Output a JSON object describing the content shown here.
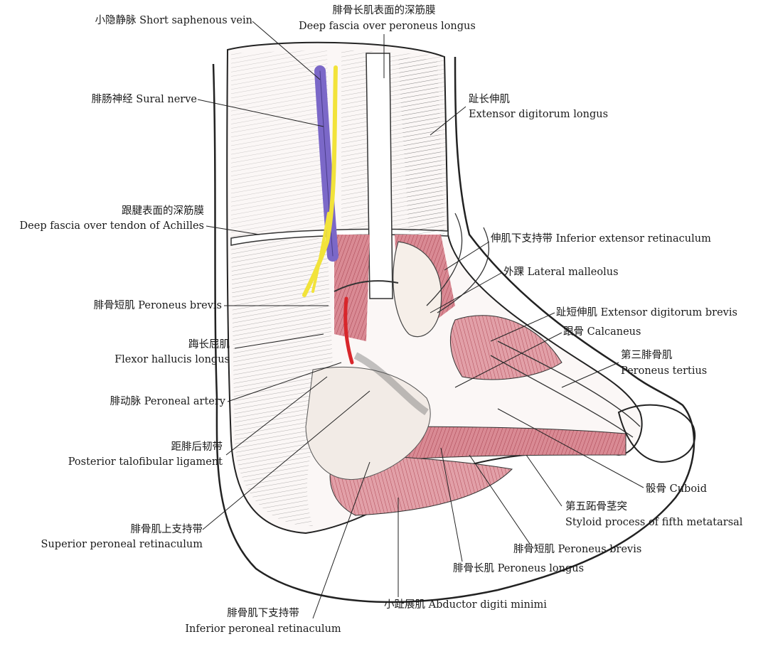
{
  "labels": {
    "short_saphenous_vein": "小隐静脉 Short saphenous vein",
    "deep_fascia_peroneus_longus_cn": "腓骨长肌表面的深筋膜",
    "deep_fascia_peroneus_longus_en": "Deep fascia over peroneus longus",
    "sural_nerve": "腓肠神经 Sural nerve",
    "extensor_digitorum_longus_cn": "趾长伸肌",
    "extensor_digitorum_longus_en": "Extensor digitorum longus",
    "deep_fascia_achilles_cn": "跟腱表面的深筋膜",
    "deep_fascia_achilles_en": "Deep fascia over tendon of Achilles",
    "inferior_extensor_retinaculum": "伸肌下支持带 Inferior extensor retinaculum",
    "lateral_malleolus": "外踝 Lateral malleolus",
    "peroneus_brevis_upper": "腓骨短肌 Peroneus brevis",
    "extensor_digitorum_brevis": "趾短伸肌 Extensor digitorum brevis",
    "flexor_hallucis_longus_cn": "踇长屈肌",
    "flexor_hallucis_longus_en": "Flexor hallucis longus",
    "calcaneus": "跟骨 Calcaneus",
    "peroneus_tertius_cn": "第三腓骨肌",
    "peroneus_tertius_en": "Peroneus tertius",
    "peroneal_artery": "腓动脉 Peroneal artery",
    "posterior_talofibular_cn": "距腓后韧带",
    "posterior_talofibular_en": "Posterior talofibular ligament",
    "cuboid": "骰骨 Cuboid",
    "styloid_process_cn": "第五跖骨茎突",
    "styloid_process_en": "Styloid process of fifth metatarsal",
    "superior_peroneal_retinaculum_cn": "腓骨肌上支持带",
    "superior_peroneal_retinaculum_en": "Superior peroneal retinaculum",
    "peroneus_brevis_lower": "腓骨短肌 Peroneus brevis",
    "peroneus_longus": "腓骨长肌 Peroneus longus",
    "abductor_digiti_minimi": "小趾展肌 Abductor digiti minimi",
    "inferior_peroneal_retinaculum_cn": "腓骨肌下支持带",
    "inferior_peroneal_retinaculum_en": "Inferior peroneal retinaculum"
  },
  "colors": {
    "vein": "#7b68c8",
    "nerve": "#f2e33a",
    "artery": "#d8262b",
    "muscle": "#d98a94",
    "muscle_dark": "#b8515e",
    "bone": "#f4ece6",
    "outline": "#222222"
  }
}
